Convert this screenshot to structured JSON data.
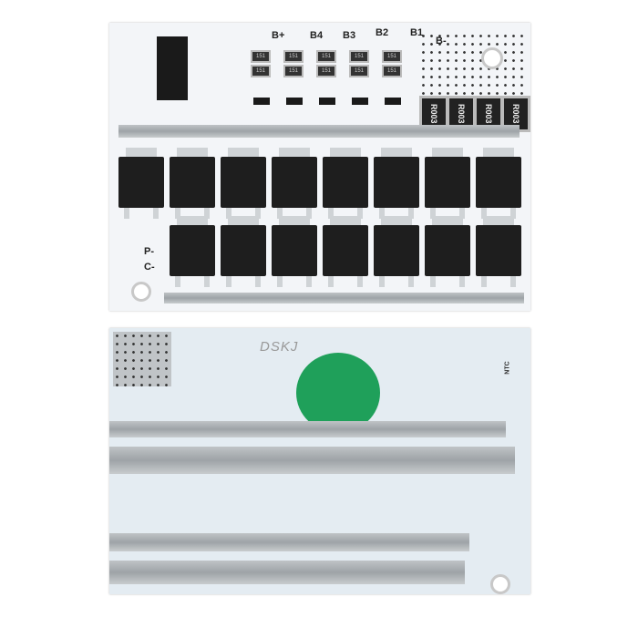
{
  "top_board": {
    "cell_labels": [
      "B+",
      "B4",
      "B3",
      "B2",
      "B1",
      "B-"
    ],
    "output_labels": [
      "P-",
      "C-"
    ],
    "shunt_resistor_marking": "R003",
    "balance_resistor_marking": "151",
    "mosfet_count_top_row": 8,
    "mosfet_count_bottom_row": 7
  },
  "bottom_board": {
    "brand_mark": "DSKJ",
    "ntc_label": "NTC",
    "thermal_pad_color": "#1fa05a"
  },
  "colors": {
    "pcb": "#f3f5f8",
    "component": "#1e1e1e",
    "solder": "#b8bcbf"
  }
}
